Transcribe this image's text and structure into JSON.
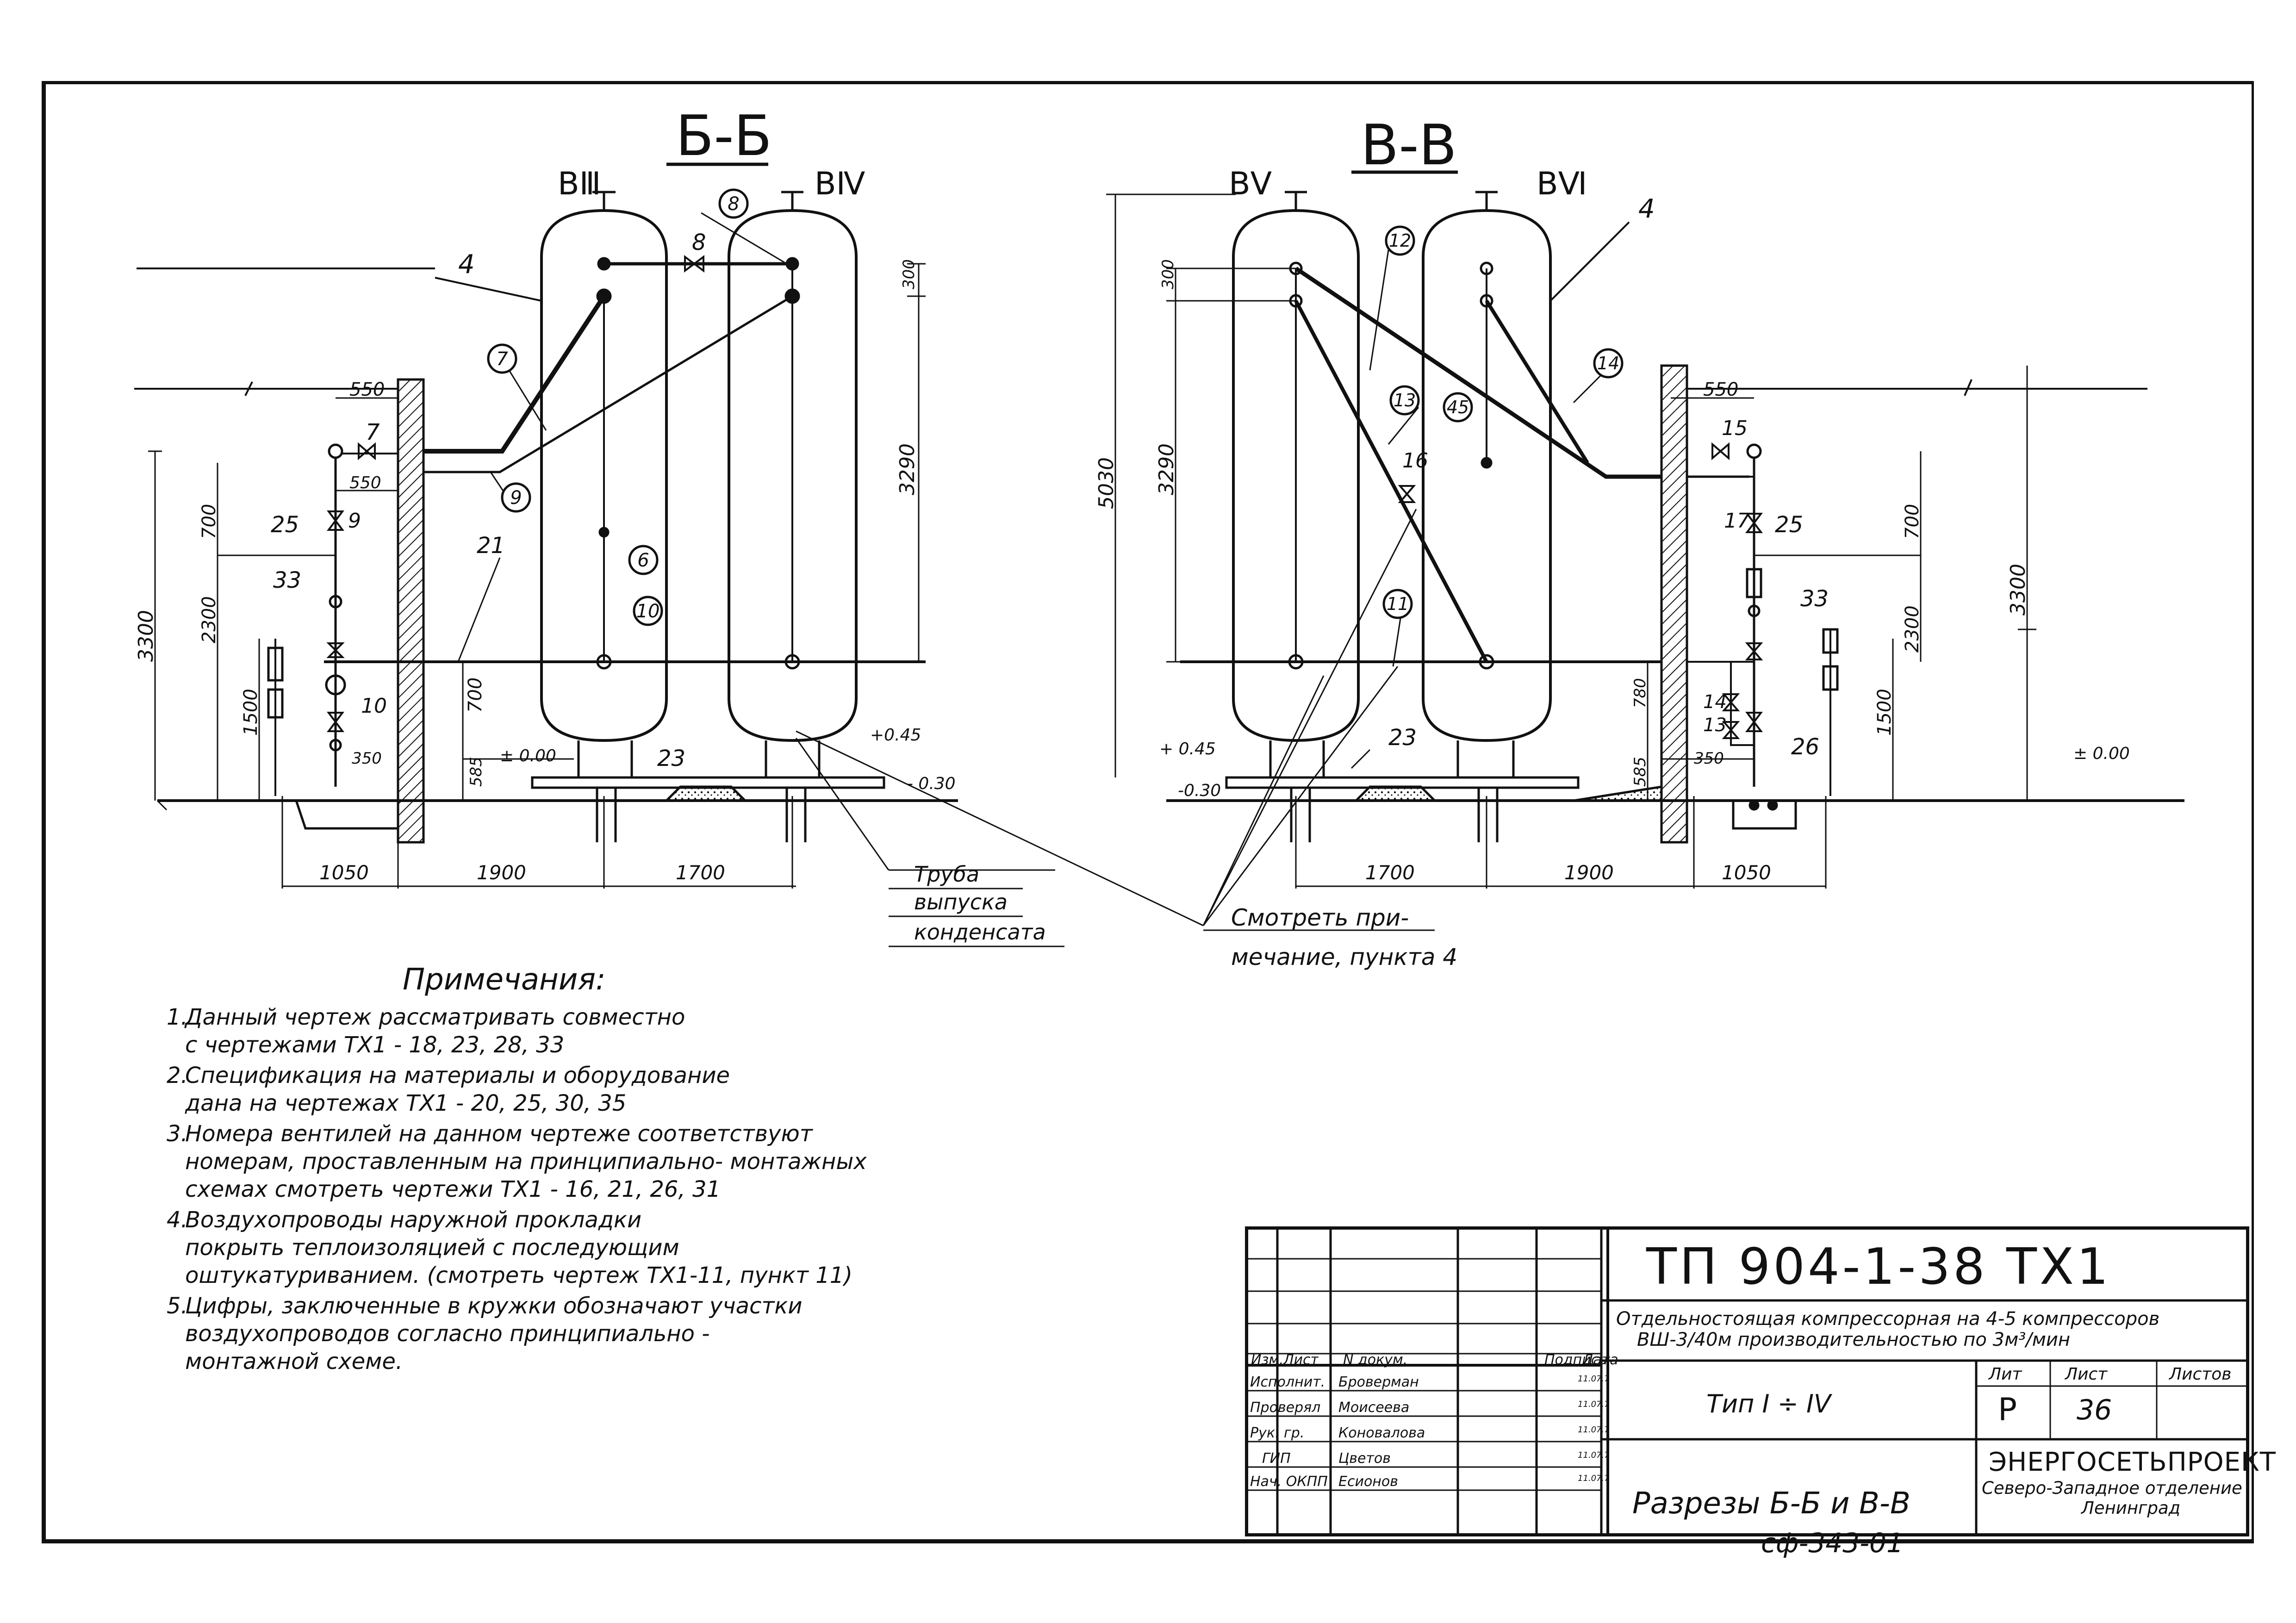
{
  "sections": {
    "bb": {
      "title": "Б-Б",
      "vessel_left": "ВⅢ",
      "vessel_right": "ВⅣ"
    },
    "vv": {
      "title": "В-В",
      "vessel_left": "ВⅤ",
      "vessel_right": "ВⅥ"
    }
  },
  "bb_labels": {
    "d550a": "550",
    "d550b": "550",
    "d700": "700",
    "d2300": "2300",
    "d3300": "3300",
    "d1500": "1500",
    "d700b": "700",
    "d350": "350",
    "d585": "585",
    "d300": "300",
    "d3290": "3290",
    "d1050": "1050",
    "d1900": "1900",
    "d1700": "1700",
    "lvl000": "± 0.00",
    "lvl045": "+0.45",
    "lvl030": "- 0.30",
    "n4": "4",
    "n7": "7",
    "n8": "8",
    "n9": "9",
    "n25": "25",
    "n33": "33",
    "n10": "10",
    "n21": "21",
    "n23": "23",
    "c7": "7",
    "c8": "8",
    "c9": "9",
    "c6": "6",
    "c10": "10"
  },
  "vv_labels": {
    "d300": "300",
    "d3290": "3290",
    "d5030": "5030",
    "d550": "550",
    "d700": "700",
    "d2300": "2300",
    "d3300": "3300",
    "d1500": "1500",
    "d780": "780",
    "d350": "350",
    "d585": "585",
    "d1700": "1700",
    "d1900": "1900",
    "d1050": "1050",
    "lvl045": "+ 0.45",
    "lvl030": "-0.30",
    "lvl000": "± 0.00",
    "n4": "4",
    "n15": "15",
    "n16": "16",
    "n17": "17",
    "n25": "25",
    "n33": "33",
    "n14": "14",
    "n13": "13",
    "n26": "26",
    "n23": "23",
    "c12": "12",
    "c13": "13",
    "c14": "14",
    "c45": "45",
    "c11": "11"
  },
  "callouts": {
    "pipe_l1": "Труба",
    "pipe_l2": "выпуска",
    "pipe_l3": "конденсата",
    "see_l1": "Смотреть при-",
    "see_l2": "мечание, пункта 4"
  },
  "notes": {
    "title": "Примечания:",
    "items": [
      {
        "num": "1.",
        "lines": [
          "Данный чертеж рассматривать совместно",
          "с чертежами  ТХ1 - 18, 23, 28, 33"
        ]
      },
      {
        "num": "2.",
        "lines": [
          "Спецификация на материалы и оборудование",
          "дана на чертежах  ТХ1 - 20, 25, 30, 35"
        ]
      },
      {
        "num": "3.",
        "lines": [
          "Номера вентилей на данном чертеже соответствуют",
          "номерам, проставленным на принципиально- монтажных",
          "схемах смотреть чертежи ТХ1 - 16, 21, 26, 31"
        ]
      },
      {
        "num": "4.",
        "lines": [
          "Воздухопроводы наружной прокладки",
          "покрыть теплоизоляцией с последующим",
          "оштукатуриванием. (смотреть чертеж ТХ1-11, пункт 11)"
        ]
      },
      {
        "num": "5.",
        "lines": [
          "Цифры, заключенные в кружки обозначают участки",
          "воздухопроводов согласно принципиально -",
          "монтажной схеме."
        ]
      }
    ]
  },
  "title_block": {
    "doc_no": "ТП  904-1-38  ТХ1",
    "project_l1": "Отдельностоящая компрессорная на 4-5 компрессоров",
    "project_l2": "ВШ-3/40м производительностью по 3м³/мин",
    "type": "Тип  I ÷ IV",
    "drawing": "Разрезы  Б-Б  и  В-В",
    "lit_h": "Лит",
    "sheet_h": "Лист",
    "sheets_h": "Листов",
    "lit": "Р",
    "sheet": "36",
    "org_l1": "ЭНЕРГОСЕТЬПРОЕКТ",
    "org_l2": "Северо-Западное отделение",
    "org_l3": "Ленинград",
    "headers": {
      "izm": "Изм.",
      "list": "Лист",
      "doc": "N докум.",
      "sign": "Подпись",
      "date": "Дата"
    },
    "signers": [
      {
        "role": "Исполнит.",
        "name": "Броверман",
        "date": "11.07.77"
      },
      {
        "role": "Проверял",
        "name": "Моисеева",
        "date": "11.07.77"
      },
      {
        "role": "Рук. гр.",
        "name": "Коновалова",
        "date": "11.07.77"
      },
      {
        "role": "ГИП",
        "name": "Цветов",
        "date": "11.07.77"
      },
      {
        "role": "Нач. ОКПП",
        "name": "Есионов",
        "date": "11.07.77"
      }
    ]
  },
  "sheet_code": "сф-343-01"
}
